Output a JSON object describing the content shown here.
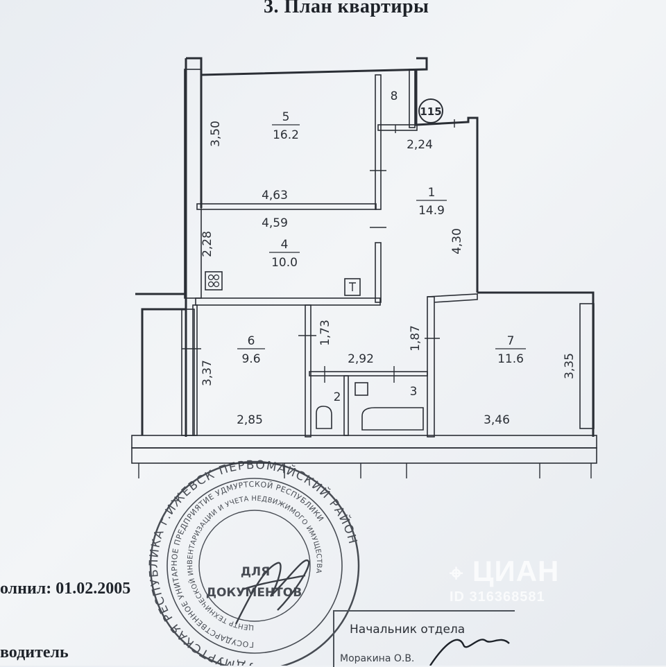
{
  "header": {
    "title": "3. План квартиры"
  },
  "rooms": [
    {
      "id": "5",
      "area": "16.2"
    },
    {
      "id": "8",
      "area": ""
    },
    {
      "id": "1",
      "area": "14.9"
    },
    {
      "id": "4",
      "area": "10.0"
    },
    {
      "id": "6",
      "area": "9.6"
    },
    {
      "id": "7",
      "area": "11.6"
    },
    {
      "id": "2",
      "area": ""
    },
    {
      "id": "3",
      "area": ""
    }
  ],
  "dimensions": {
    "d350": "3,50",
    "d463": "4,63",
    "d459": "4,59",
    "d228": "2,28",
    "d224": "2,24",
    "d430": "4,30",
    "d337": "3,37",
    "d285": "2,85",
    "d173": "1,73",
    "d292": "2,92",
    "d187": "1,87",
    "d346": "3,46",
    "d335": "3,35"
  },
  "marker": "115",
  "stamp": {
    "ring_top": "УДМУРТСКАЯ РЕСПУБЛИКА г.ИЖЕВСК ПЕРВОМАЙСКИЙ РАЙОН",
    "ring_inner": "ГОСУДАРСТВЕННОЕ УНИТАРНОЕ ПРЕДПРИЯТИЕ УДМУРТСКОЙ РЕСПУБЛИКИ",
    "ring_inner2": "ЦЕНТР ТЕХНИЧЕСКОЙ ИНВЕНТАРИЗАЦИИ И УЧЕТА НЕДВИЖИМОГО ИМУЩЕСТВА",
    "center_line1": "ДЛЯ",
    "center_line2": "ДОКУМЕНТОВ"
  },
  "footer": {
    "completed": "олнил: 01.02.2005",
    "head": "водитель",
    "dept_head": "Начальник отдела",
    "person": "Моракина О.В."
  },
  "watermark": {
    "brand": "ЦИАН",
    "id": "ID 316368581"
  }
}
